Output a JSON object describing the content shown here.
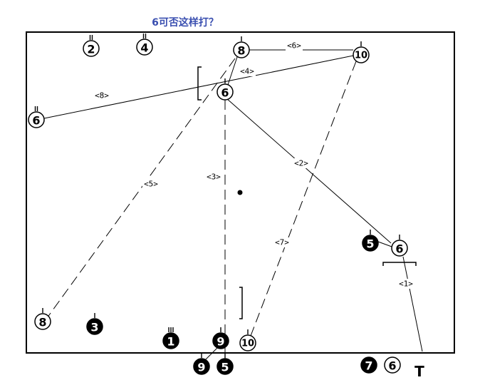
{
  "title": "6可否这样打？",
  "balls": [
    {
      "id": "b2",
      "label": "2",
      "style": "outline",
      "marker": "double"
    },
    {
      "id": "b4",
      "label": "4",
      "style": "outline",
      "marker": "double"
    },
    {
      "id": "b8top",
      "label": "8",
      "style": "outline",
      "marker": "single"
    },
    {
      "id": "b10top",
      "label": "10",
      "style": "outline",
      "marker": "single"
    },
    {
      "id": "b6mid",
      "label": "6",
      "style": "outline",
      "marker": "single"
    },
    {
      "id": "b6left",
      "label": "6",
      "style": "outline",
      "marker": "double"
    },
    {
      "id": "b5right",
      "label": "5",
      "style": "filled",
      "marker": "single"
    },
    {
      "id": "b6right",
      "label": "6",
      "style": "outline",
      "marker": "single"
    },
    {
      "id": "b8bottom",
      "label": "8",
      "style": "outline",
      "marker": "single"
    },
    {
      "id": "b3",
      "label": "3",
      "style": "filled",
      "marker": "single"
    },
    {
      "id": "b1",
      "label": "1",
      "style": "filled",
      "marker": "triple"
    },
    {
      "id": "b9",
      "label": "9",
      "style": "filled",
      "marker": "single"
    },
    {
      "id": "b10bottom",
      "label": "10",
      "style": "outline",
      "marker": "single"
    },
    {
      "id": "b9out",
      "label": "9",
      "style": "filled",
      "marker": "single"
    },
    {
      "id": "b5out",
      "label": "5",
      "style": "filled",
      "marker": "single"
    },
    {
      "id": "b7out",
      "label": "7",
      "style": "filled",
      "marker": "none"
    },
    {
      "id": "b6out",
      "label": "6",
      "style": "outline",
      "marker": "none"
    }
  ],
  "segments": [
    {
      "label": "<1>",
      "dash": "solid"
    },
    {
      "label": "<2>",
      "dash": "solid"
    },
    {
      "label": "<3>",
      "dash": "dashed"
    },
    {
      "label": "<4>",
      "dash": "solid"
    },
    {
      "label": "<5>",
      "dash": "dashed"
    },
    {
      "label": "<6>",
      "dash": "solid"
    },
    {
      "label": "<7>",
      "dash": "dashed"
    },
    {
      "label": "<8>",
      "dash": "solid"
    }
  ],
  "cue_marker": "T"
}
